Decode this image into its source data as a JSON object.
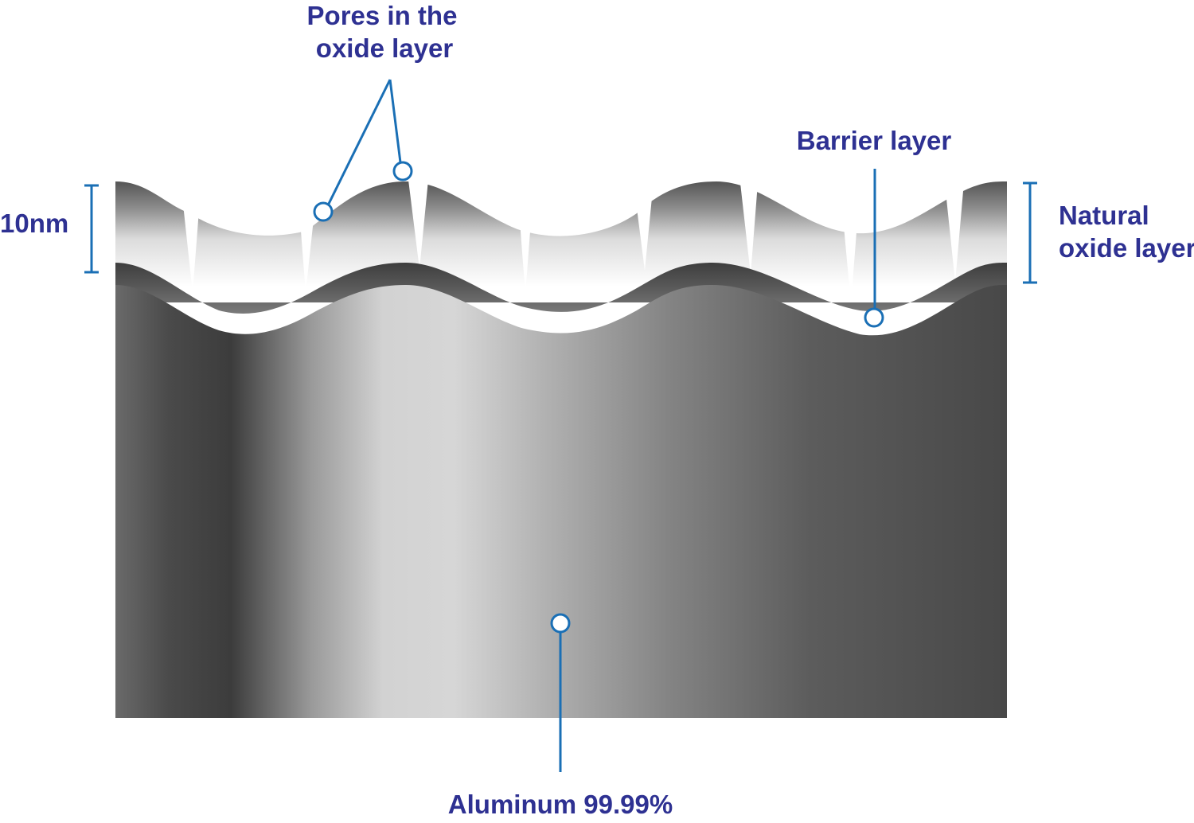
{
  "labels": {
    "pores_line1": "Pores in the",
    "pores_line2": "oxide layer",
    "barrier": "Barrier layer",
    "natural_line1": "Natural",
    "natural_line2": "oxide layer",
    "thickness": "10nm",
    "aluminum": "Aluminum 99.99%"
  },
  "colors": {
    "label_text": "#2e3192",
    "leader_lines": "#1a6fb5"
  }
}
